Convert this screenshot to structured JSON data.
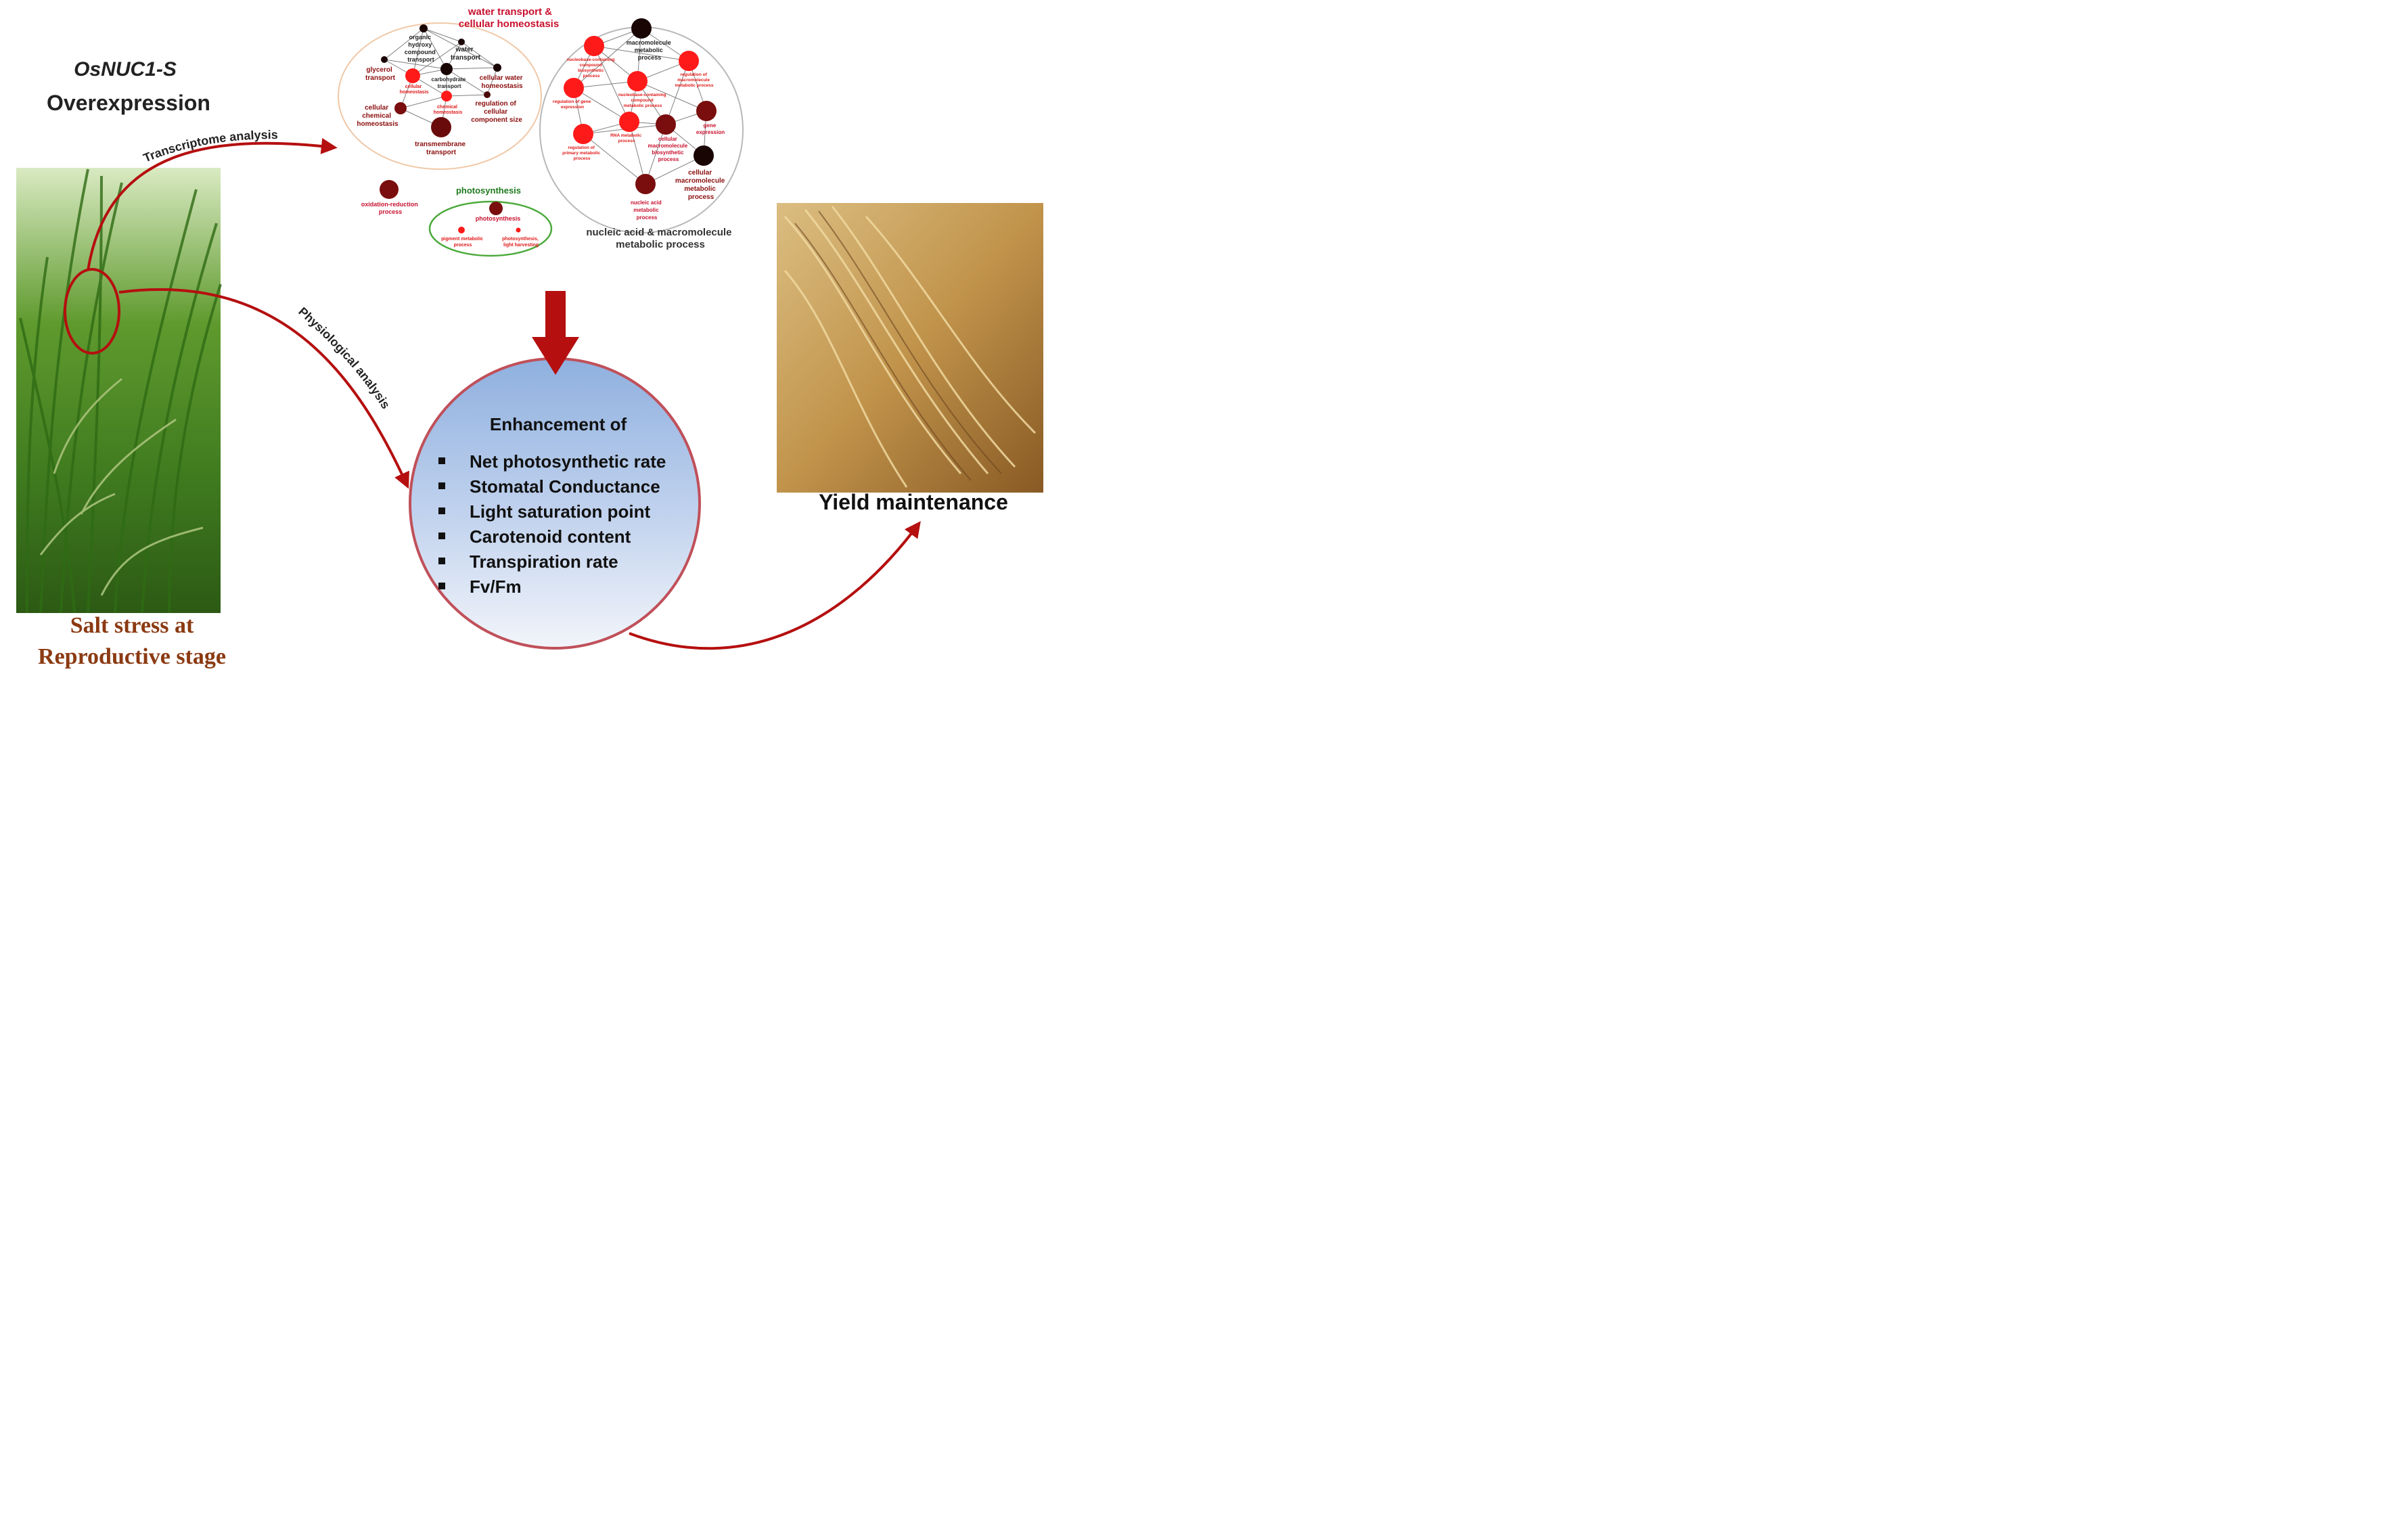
{
  "gene": "OsNUC1-S",
  "treatment": "Overexpression",
  "stress_caption": [
    "Salt stress at",
    "Reproductive stage"
  ],
  "arrow_labels": {
    "transcriptome": "Transcriptome analysis",
    "physiological": "Physiological analysis"
  },
  "network": {
    "cluster_titles": {
      "water": [
        "water transport &",
        "cellular homeostasis"
      ],
      "photosynthesis": "photosynthesis",
      "nucleic": [
        "nucleic acid & macromolecule",
        "metabolic process"
      ]
    },
    "labels": {
      "organic_hydroxy": [
        "organic",
        "hydroxy",
        "compound",
        "transport"
      ],
      "water_transport": [
        "water",
        "transport"
      ],
      "glycerol": [
        "glycerol",
        "transport"
      ],
      "cellular_homeostasis": [
        "cellular",
        "homeostasis"
      ],
      "carbohydrate": [
        "carbohydrate",
        "transport"
      ],
      "cellular_water": [
        "cellular water",
        "homeostasis"
      ],
      "chemical_homeostasis": [
        "chemical",
        "homeostasis"
      ],
      "regulation_component": [
        "regulation of",
        "cellular",
        "component size"
      ],
      "cellular_chemical": [
        "cellular",
        "chemical",
        "homeostasis"
      ],
      "transmembrane": [
        "transmembrane",
        "transport"
      ],
      "oxidation": [
        "oxidation-reduction",
        "process"
      ],
      "photosynthesis_node": "photosynthesis",
      "pigment": [
        "pigment metabolic",
        "process"
      ],
      "light_harvesting": [
        "photosynthesis,",
        "light harvesting"
      ],
      "macromolecule_metabolic": [
        "macromolecule",
        "metabolic",
        "process"
      ],
      "nucleobase": [
        "nucleobase-containing",
        "compound",
        "biosynthetic",
        "process"
      ],
      "reg_macromolecule": [
        "regulation of",
        "macromolecule",
        "metabolic process"
      ],
      "reg_gene_expression": [
        "regulation of gene",
        "expression"
      ],
      "nucleobase_metabolic": [
        "nucleobase-containing",
        "compound",
        "metabolic process"
      ],
      "rna_metabolic": [
        "RNA metabolic",
        "process"
      ],
      "cellular_macro_bio": [
        "cellular",
        "macromolecule",
        "biosynthetic",
        "process"
      ],
      "gene_expression": [
        "gene",
        "expression"
      ],
      "reg_primary": [
        "regulation of",
        "primary metabolic",
        "process"
      ],
      "nucleic_metabolic": [
        "nucleic acid",
        "metabolic",
        "process"
      ],
      "cellular_macro_metabolic": [
        "cellular",
        "macromolecule",
        "metabolic",
        "process"
      ]
    }
  },
  "enhancement_title": "Enhancement of",
  "enhancements": [
    "Net photosynthetic rate",
    "Stomatal Conductance",
    "Light saturation point",
    "Carotenoid content",
    "Transpiration rate",
    "Fv/Fm"
  ],
  "yield_label": "Yield maintenance",
  "colors": {
    "arrow": "#b50f0f",
    "caption": "#8b3a12",
    "node_red": "#ff1a1a",
    "node_dark": "#7a0d0d",
    "node_black": "#1a0505",
    "label_red": "#c8102e",
    "label_green": "#1f7a1f",
    "circle_top": "#8fb0df",
    "circle_bottom": "#f2f5fa"
  }
}
